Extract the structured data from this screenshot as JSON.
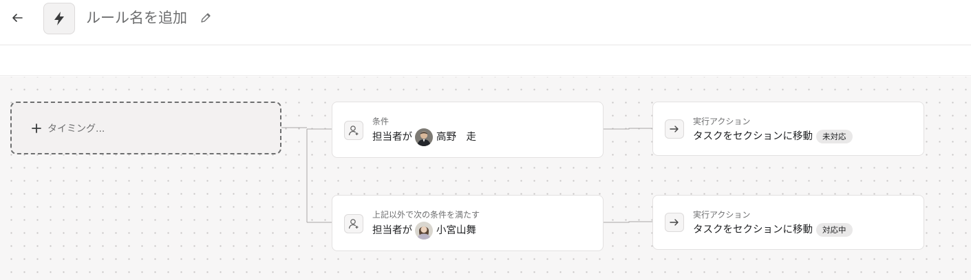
{
  "header": {
    "title": "ルール名を追加"
  },
  "timing": {
    "label": "タイミング..."
  },
  "conditions": [
    {
      "heading": "条件",
      "prefix": "担当者が",
      "assignee": "高野　走"
    },
    {
      "heading": "上記以外で次の条件を満たす",
      "prefix": "担当者が",
      "assignee": "小宮山舞"
    }
  ],
  "actions": [
    {
      "heading": "実行アクション",
      "text": "タスクをセクションに移動",
      "section": "未対応"
    },
    {
      "heading": "実行アクション",
      "text": "タスクをセクションに移動",
      "section": "対応中"
    }
  ],
  "colors": {
    "canvas_bg": "#f7f6f6",
    "text_primary": "#1e1f21",
    "text_secondary": "#6d6e6f",
    "connector": "#a8a6a6"
  },
  "icons": {
    "back": "arrow-left-icon",
    "rule": "lightning-bolt-icon",
    "edit": "pencil-icon",
    "add": "plus-icon",
    "condition": "user-plus-icon",
    "action": "arrow-right-icon"
  }
}
